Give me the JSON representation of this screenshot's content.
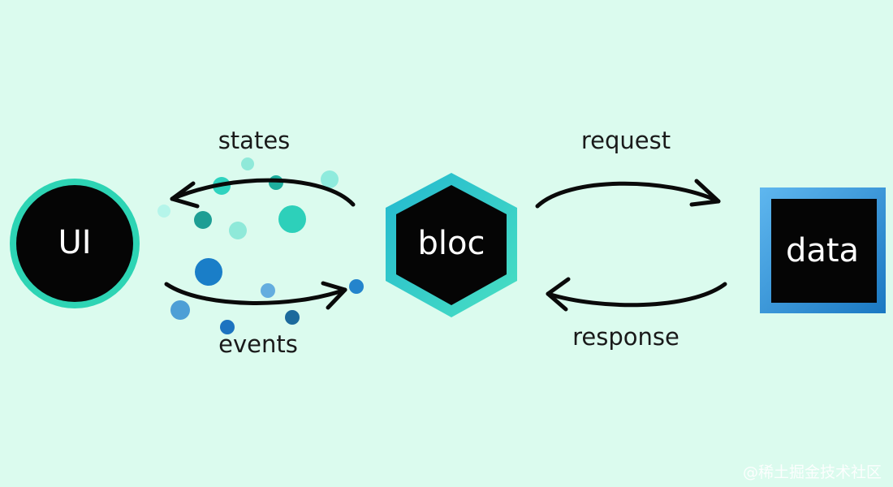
{
  "nodes": {
    "ui": {
      "label": "UI"
    },
    "bloc": {
      "label": "bloc"
    },
    "data": {
      "label": "data"
    }
  },
  "edges": {
    "states": {
      "label": "states"
    },
    "events": {
      "label": "events"
    },
    "request": {
      "label": "request"
    },
    "response": {
      "label": "response"
    }
  },
  "colors": {
    "background": "#DBFBEE",
    "node_fill": "#050505",
    "ui_ring": "#2DD4B4",
    "bloc_ring": "#2CC9BE",
    "data_frame": "#1E8FD6",
    "arrow": "#0A0A0A"
  },
  "watermark": "@稀土掘金技术社区"
}
